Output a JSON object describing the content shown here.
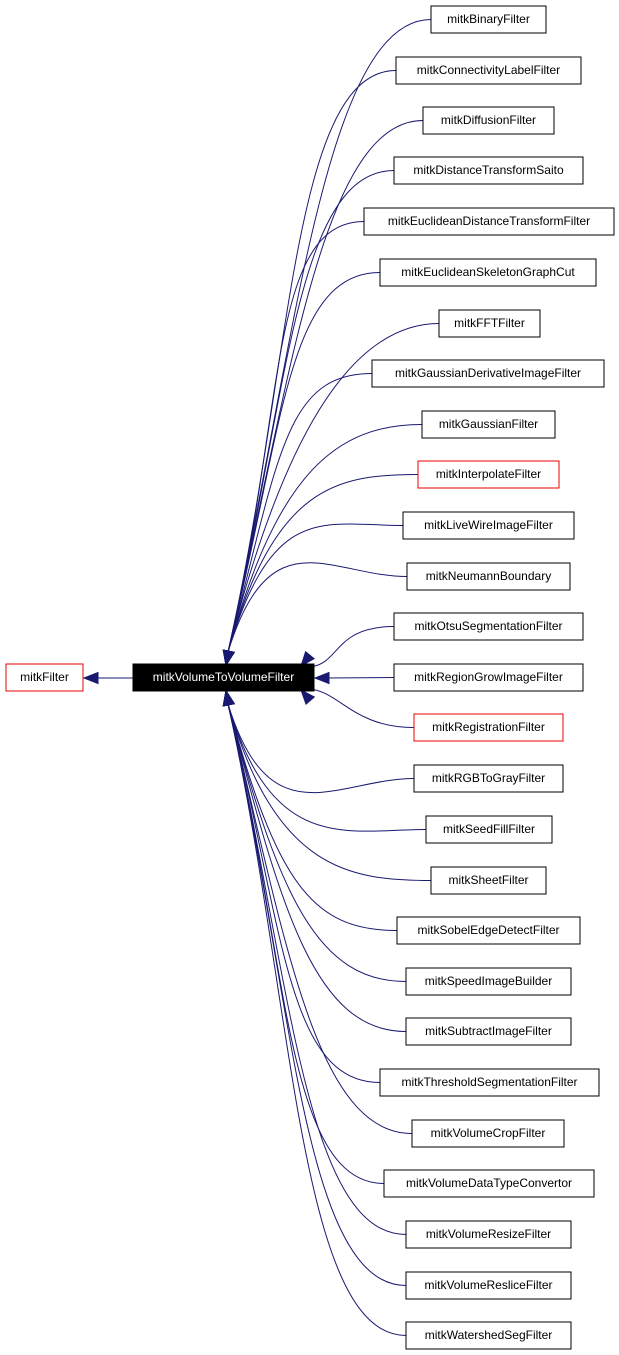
{
  "base_class": {
    "label": "mitkFilter",
    "border_color": "#e80000"
  },
  "center_class": {
    "label": "mitkVolumeToVolumeFilter",
    "fill_color": "#000000",
    "text_color": "#ffffff"
  },
  "edge_color": "#191970",
  "default_border_color": "#000000",
  "derived_classes": [
    {
      "label": "mitkBinaryFilter",
      "outline": "black"
    },
    {
      "label": "mitkConnectivityLabelFilter",
      "outline": "black"
    },
    {
      "label": "mitkDiffusionFilter",
      "outline": "black"
    },
    {
      "label": "mitkDistanceTransformSaito",
      "outline": "black"
    },
    {
      "label": "mitkEuclideanDistanceTransformFilter",
      "outline": "black"
    },
    {
      "label": "mitkEuclideanSkeletonGraphCut",
      "outline": "black"
    },
    {
      "label": "mitkFFTFilter",
      "outline": "black"
    },
    {
      "label": "mitkGaussianDerivativeImageFilter",
      "outline": "black"
    },
    {
      "label": "mitkGaussianFilter",
      "outline": "black"
    },
    {
      "label": "mitkInterpolateFilter",
      "outline": "red"
    },
    {
      "label": "mitkLiveWireImageFilter",
      "outline": "black"
    },
    {
      "label": "mitkNeumannBoundary",
      "outline": "black"
    },
    {
      "label": "mitkOtsuSegmentationFilter",
      "outline": "black"
    },
    {
      "label": "mitkRegionGrowImageFilter",
      "outline": "black"
    },
    {
      "label": "mitkRegistrationFilter",
      "outline": "red"
    },
    {
      "label": "mitkRGBToGrayFilter",
      "outline": "black"
    },
    {
      "label": "mitkSeedFillFilter",
      "outline": "black"
    },
    {
      "label": "mitkSheetFilter",
      "outline": "black"
    },
    {
      "label": "mitkSobelEdgeDetectFilter",
      "outline": "black"
    },
    {
      "label": "mitkSpeedImageBuilder",
      "outline": "black"
    },
    {
      "label": "mitkSubtractImageFilter",
      "outline": "black"
    },
    {
      "label": "mitkThresholdSegmentationFilter",
      "outline": "black"
    },
    {
      "label": "mitkVolumeCropFilter",
      "outline": "black"
    },
    {
      "label": "mitkVolumeDataTypeConvertor",
      "outline": "black"
    },
    {
      "label": "mitkVolumeResizeFilter",
      "outline": "black"
    },
    {
      "label": "mitkVolumeResliceFilter",
      "outline": "black"
    },
    {
      "label": "mitkWatershedSegFilter",
      "outline": "black"
    }
  ]
}
